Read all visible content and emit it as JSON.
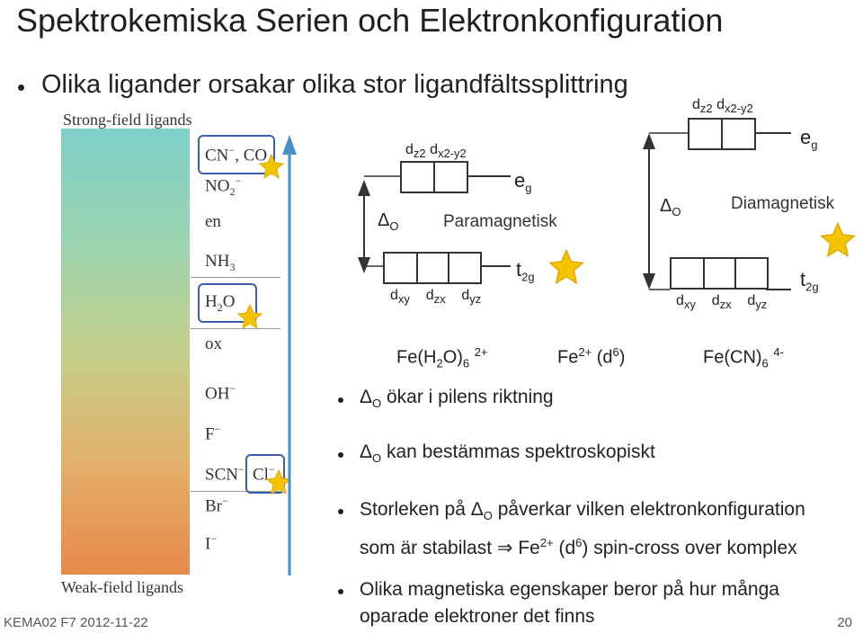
{
  "title": "Spektrokemiska Serien och Elektronkonfiguration",
  "bullet_main": "Olika ligander orsakar olika stor ligandfältssplittring",
  "spectrochemical": {
    "top_label": "Strong-field ligands",
    "bottom_label": "Weak-field ligands",
    "ligands": [
      "CN⁻, CO",
      "NO₂⁻",
      "en",
      "NH₃",
      "H₂O",
      "ox",
      "OH⁻",
      "F⁻",
      "SCN⁻",
      "Cl⁻",
      "Br⁻",
      "I⁻"
    ],
    "colors": {
      "top": "#7fcfc9",
      "bottom": "#e8894a",
      "highlight": "#3a5fae",
      "star": "#f5c400"
    }
  },
  "diagram_left": {
    "orbitals_top": "dz2 dx2-y2",
    "eg": "eg",
    "delta": "ΔO",
    "t2g": "t2g",
    "orbitals_bottom": "dxy dzx dyz",
    "magnetism": "Paramagnetisk",
    "complex": "Fe(H2O)6 2+"
  },
  "diagram_right": {
    "orbitals_top": "dz2 dx2-y2",
    "eg": "eg",
    "delta": "ΔO",
    "t2g": "t2g",
    "orbitals_bottom": "dxy dzx dyz",
    "magnetism": "Diamagnetisk",
    "complex": "Fe(CN)6 4-"
  },
  "center_label": "Fe2+ (d6)",
  "bullets": [
    "ΔO ökar i pilens riktning",
    "ΔO kan bestämmas spektroskopiskt",
    "Storleken på ΔO påverkar vilken elektronkonfiguration som är stabilast ⇒ Fe2+ (d6) spin-cross over komplex",
    "Olika magnetiska egenskaper beror på hur många oparade elektroner det finns"
  ],
  "footer": {
    "left": "KEMA02 F7 2012-11-22",
    "page": "20"
  }
}
